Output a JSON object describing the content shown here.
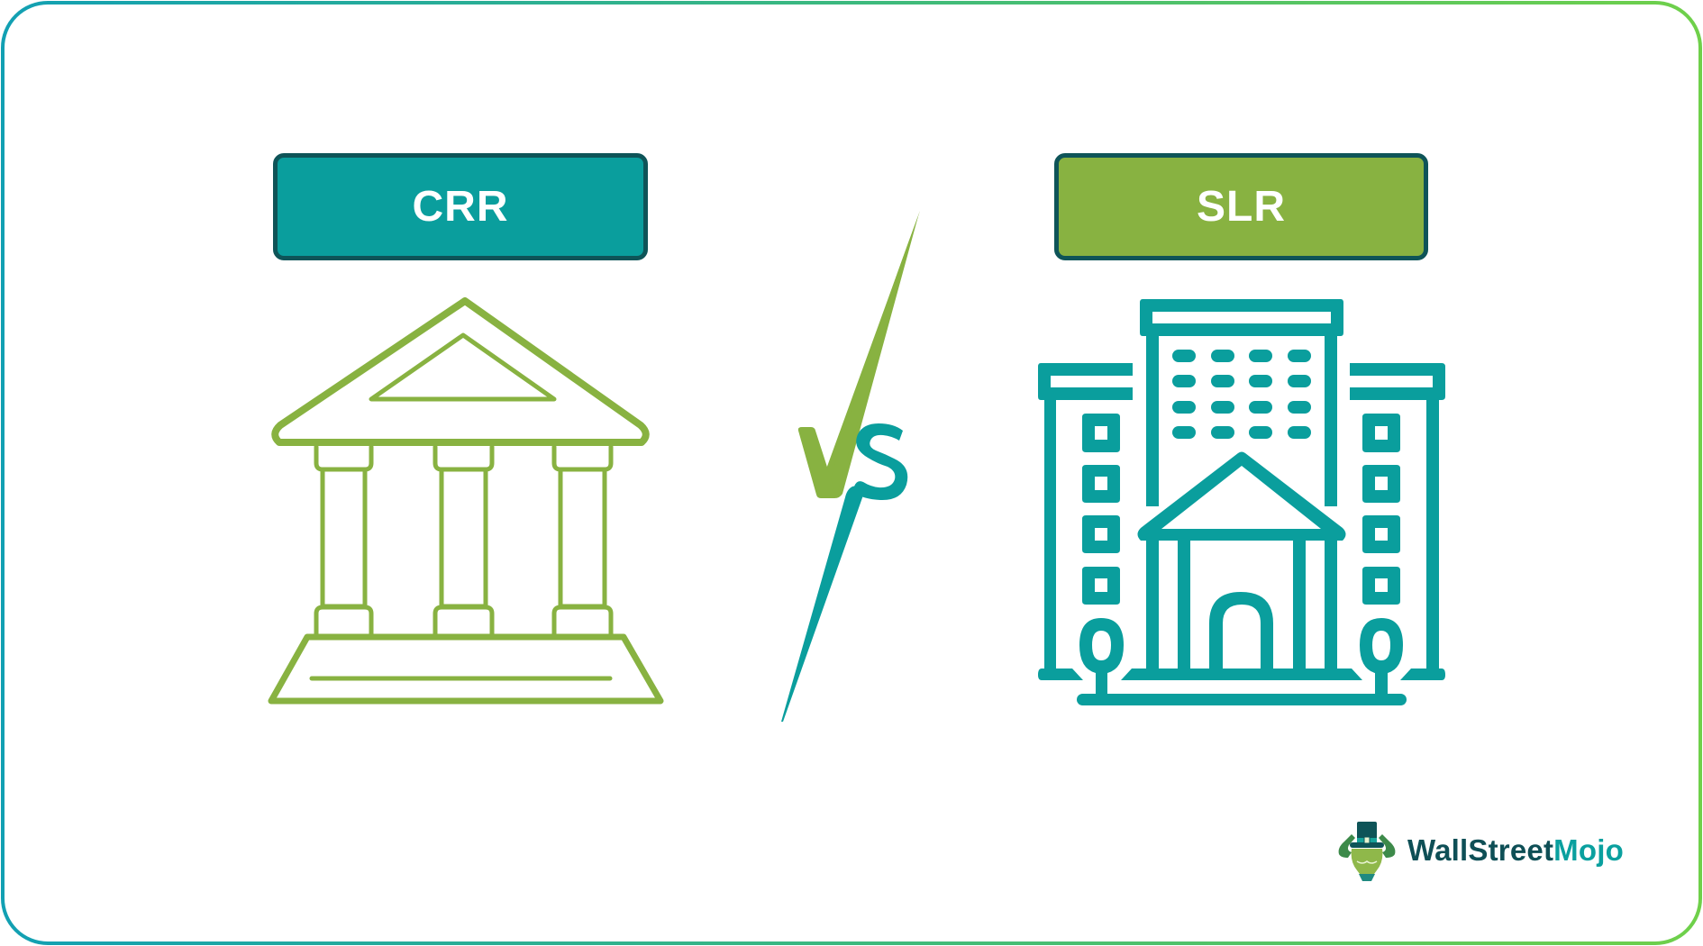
{
  "colors": {
    "teal": "#0a9e9d",
    "green": "#88b241",
    "box_border": "#0e5458",
    "frame_gradient_start": "#12a0b3",
    "frame_gradient_end": "#6fd04a",
    "logo_dark": "#0e4f56",
    "logo_accent": "#0aa09f"
  },
  "left": {
    "label": "CRR",
    "label_bg": "#0a9e9d",
    "icon": "bank-building-icon",
    "icon_color": "#88b241"
  },
  "center": {
    "text": "VS",
    "v_color": "#88b241",
    "s_color": "#0a9e9d"
  },
  "right": {
    "label": "SLR",
    "label_bg": "#88b241",
    "icon": "office-buildings-icon",
    "icon_color": "#0a9e9d"
  },
  "logo": {
    "part1": "WallStreet",
    "part2": "Mojo",
    "icon": "bull-top-hat-icon"
  }
}
